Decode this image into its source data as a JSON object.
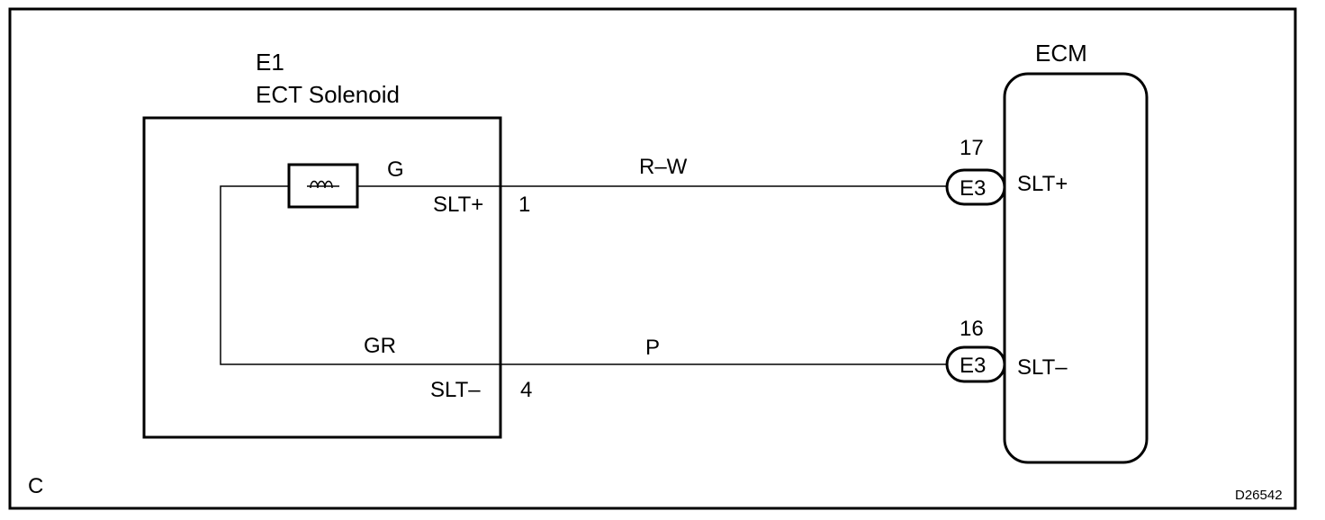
{
  "solenoid": {
    "connector_id": "E1",
    "title": "ECT Solenoid",
    "wire_top_color": "G",
    "wire_bottom_color": "GR",
    "pin_top_name": "SLT+",
    "pin_top_number": "1",
    "pin_bottom_name": "SLT–",
    "pin_bottom_number": "4"
  },
  "harness": {
    "wire_top_color": "R–W",
    "wire_bottom_color": "P"
  },
  "ecm": {
    "title": "ECM",
    "pin_top_number": "17",
    "pin_top_connector": "E3",
    "pin_top_name": "SLT+",
    "pin_bottom_number": "16",
    "pin_bottom_connector": "E3",
    "pin_bottom_name": "SLT–"
  },
  "footer": {
    "section_letter": "C",
    "figure_code": "D26542"
  }
}
